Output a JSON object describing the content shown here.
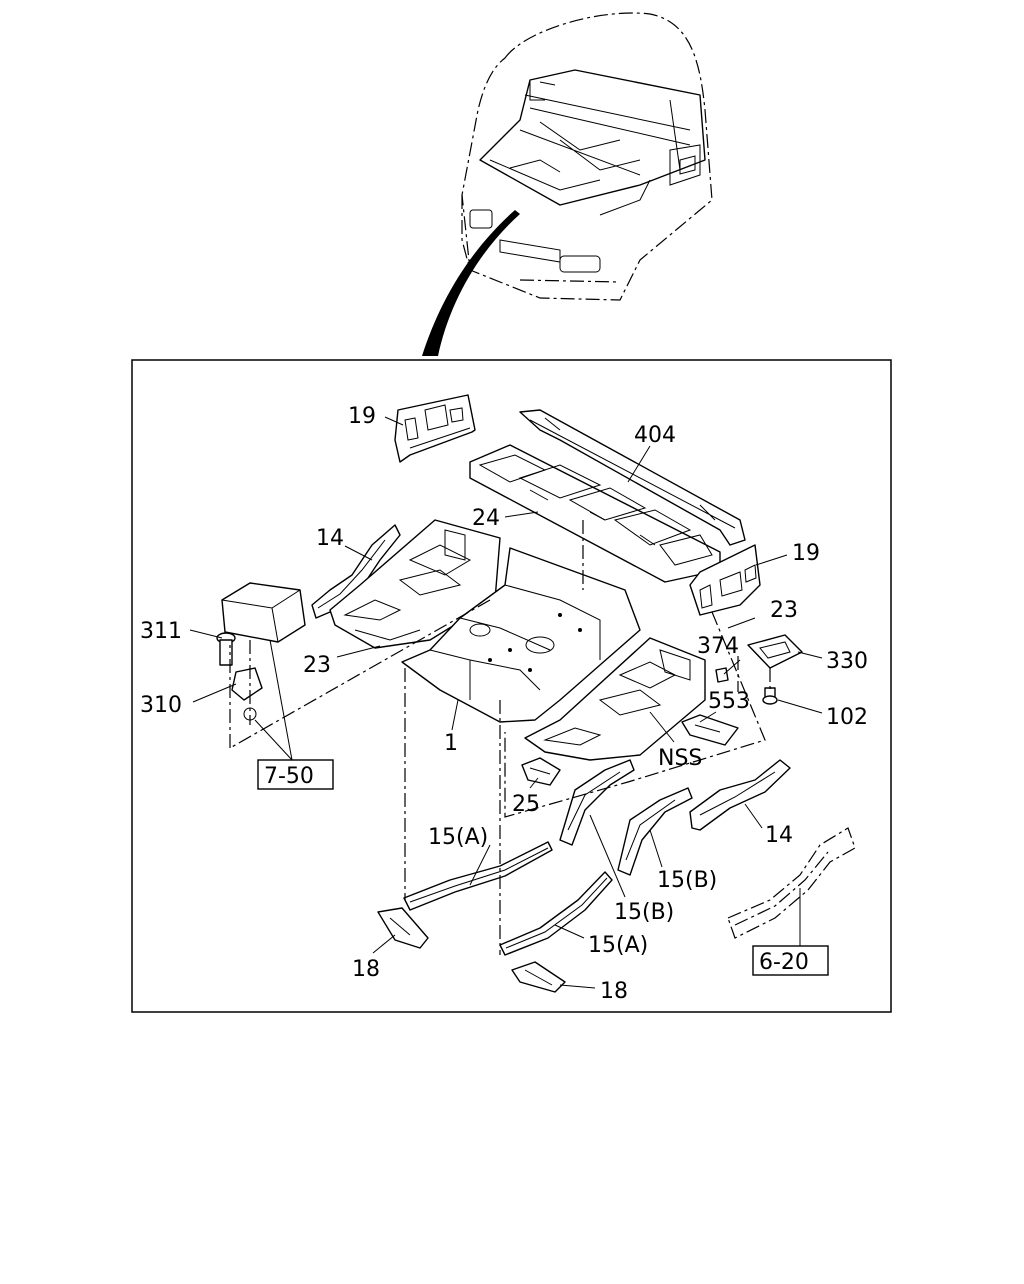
{
  "callouts": [
    {
      "id": "c19a",
      "label": "19"
    },
    {
      "id": "c404",
      "label": "404"
    },
    {
      "id": "c24",
      "label": "24"
    },
    {
      "id": "c19b",
      "label": "19"
    },
    {
      "id": "c14a",
      "label": "14"
    },
    {
      "id": "c23a",
      "label": "23"
    },
    {
      "id": "c23b",
      "label": "23"
    },
    {
      "id": "c311",
      "label": "311"
    },
    {
      "id": "c374",
      "label": "374"
    },
    {
      "id": "c330",
      "label": "330"
    },
    {
      "id": "c310",
      "label": "310"
    },
    {
      "id": "c553",
      "label": "553"
    },
    {
      "id": "c102",
      "label": "102"
    },
    {
      "id": "c1",
      "label": "1"
    },
    {
      "id": "cNSS",
      "label": "NSS"
    },
    {
      "id": "c25",
      "label": "25"
    },
    {
      "id": "c14b",
      "label": "14"
    },
    {
      "id": "c15a1",
      "label": "15(A)"
    },
    {
      "id": "c15b1",
      "label": "15(B)"
    },
    {
      "id": "c15b2",
      "label": "15(B)"
    },
    {
      "id": "c15a2",
      "label": "15(A)"
    },
    {
      "id": "c18a",
      "label": "18"
    },
    {
      "id": "c18b",
      "label": "18"
    }
  ],
  "references": [
    {
      "id": "r750",
      "label": "7-50"
    },
    {
      "id": "r620",
      "label": "6-20"
    }
  ]
}
